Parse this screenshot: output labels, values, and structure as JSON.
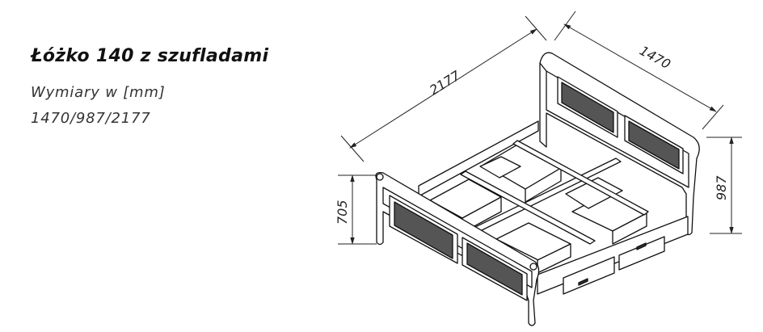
{
  "product": {
    "title": "Łóżko 140 z szufladami",
    "subtitle": "Wymiary w [mm]",
    "dimensions_text": "1470/987/2177"
  },
  "drawing": {
    "dim_length": "2177",
    "dim_width": "1470",
    "dim_headboard_height": "987",
    "dim_footboard_height": "705"
  }
}
